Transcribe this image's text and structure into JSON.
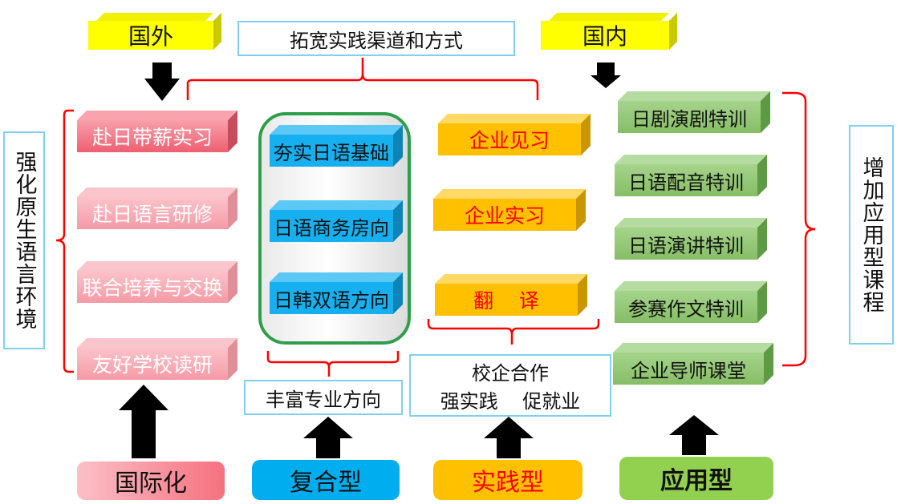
{
  "top": {
    "foreign_label": "国外",
    "domestic_label": "国内",
    "channels_label": "拓宽实践渠道和方式"
  },
  "left_side": {
    "label": "强化原生语言环境",
    "items": [
      "赴日带薪实习",
      "赴日语言研修",
      "联合培养与交换",
      "友好学校读研"
    ]
  },
  "middle_column": {
    "items": [
      "夯实日语基础",
      "日语商务房向",
      "日韩双语方向"
    ],
    "caption": "丰富专业方向"
  },
  "practice_column": {
    "items": [
      "企业见习",
      "企业实习",
      "翻    译"
    ],
    "caption_line1": "校企合作",
    "caption_line2": "强实践    促就业"
  },
  "right_column": {
    "items": [
      "日剧演剧特训",
      "日语配音特训",
      "日语演讲特训",
      "参赛作文特训",
      "企业导师课堂"
    ]
  },
  "right_side": {
    "label": "增加应用型课程"
  },
  "bottom": {
    "international": "国际化",
    "composite": "复合型",
    "practical": "实践型",
    "applied": "应用型"
  },
  "colors": {
    "yellow_tag": "#ffff00",
    "pink_box": "#f46e7e",
    "pink_light": "#fbb7c0",
    "blue_box": "#16b0f0",
    "orange_box": "#ffc000",
    "green_box": "#8cc26a",
    "red_text": "#ff0000",
    "bracket_red": "#ff0000",
    "bracket_green": "#2e9e46"
  }
}
